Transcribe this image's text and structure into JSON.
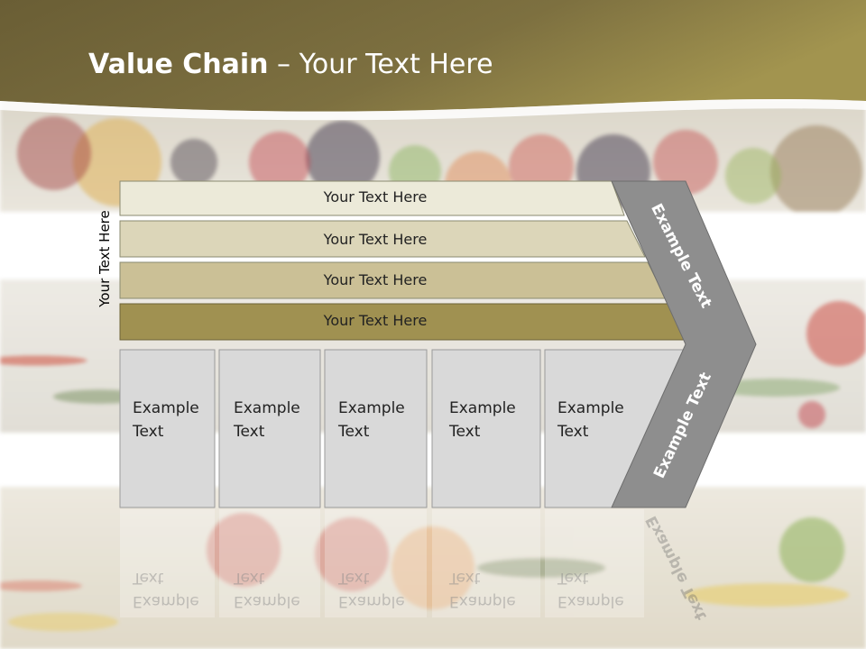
{
  "title": {
    "bold": "Value Chain",
    "rest": " – Your Text Here"
  },
  "side_label": "Your Text Here",
  "bars": [
    {
      "label": "Your Text Here",
      "fill": "#ecead9"
    },
    {
      "label": "Your Text Here",
      "fill": "#dcd6b9"
    },
    {
      "label": "Your Text Here",
      "fill": "#cbc096"
    },
    {
      "label": "Your Text Here",
      "fill": "#a09151"
    }
  ],
  "boxes": [
    {
      "line1": "Example",
      "line2": "Text"
    },
    {
      "line1": "Example",
      "line2": "Text"
    },
    {
      "line1": "Example",
      "line2": "Text"
    },
    {
      "line1": "Example",
      "line2": "Text"
    },
    {
      "line1": "Example",
      "line2": "Text"
    }
  ],
  "chevron": {
    "upper_label": "Example Text",
    "lower_label": "Example Text",
    "fill": "#8e8e8e"
  },
  "colors": {
    "header_dark": "#6b5f35",
    "header_light": "#a0924e",
    "box_fill": "#d9d9d9",
    "box_border": "#9a9a9a"
  }
}
